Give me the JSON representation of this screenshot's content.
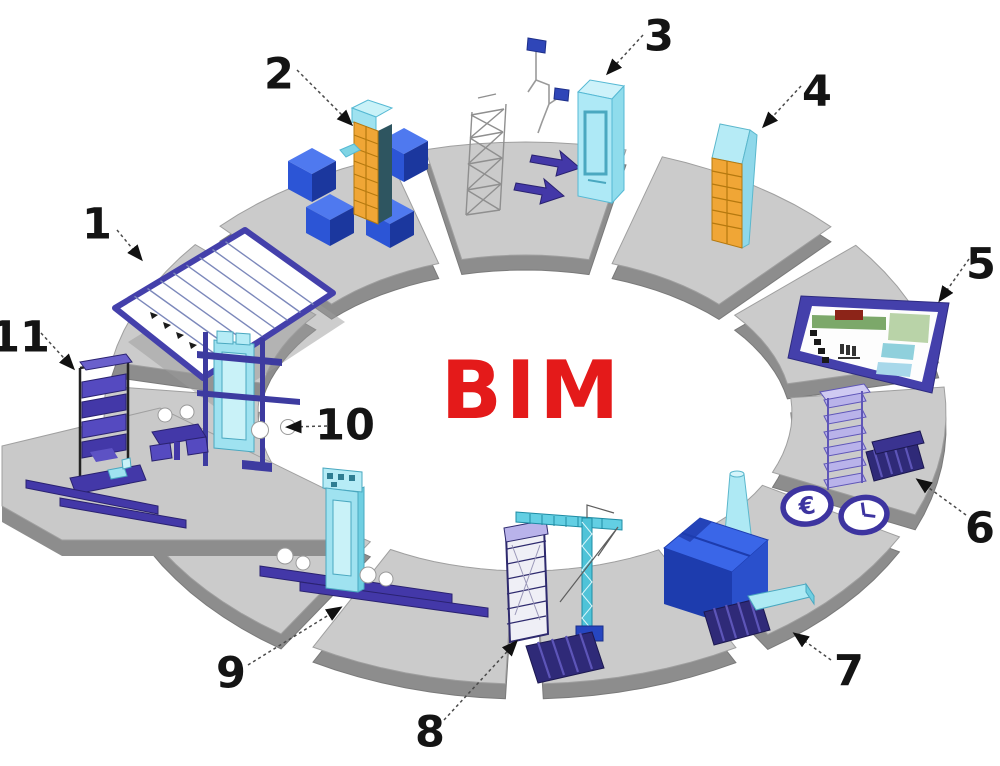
{
  "center_label": {
    "text": "BIM",
    "color": "#e41a1a"
  },
  "callouts": [
    {
      "label": "1"
    },
    {
      "label": "2"
    },
    {
      "label": "3"
    },
    {
      "label": "4"
    },
    {
      "label": "5"
    },
    {
      "label": "6"
    },
    {
      "label": "7"
    },
    {
      "label": "8"
    },
    {
      "label": "9"
    },
    {
      "label": "10"
    },
    {
      "label": "11"
    }
  ],
  "icons": {
    "euro": "€"
  },
  "palette": {
    "accent_red": "#e41a1a",
    "ring_top_gray": "#cbcbcb",
    "ring_side_gray": "#8d8d8d",
    "model_blue": "#2443b8",
    "model_cyan": "#aee9f4",
    "model_orange": "#f0a636",
    "model_indigo": "#4338a8",
    "frame_blue": "#4440ab"
  }
}
